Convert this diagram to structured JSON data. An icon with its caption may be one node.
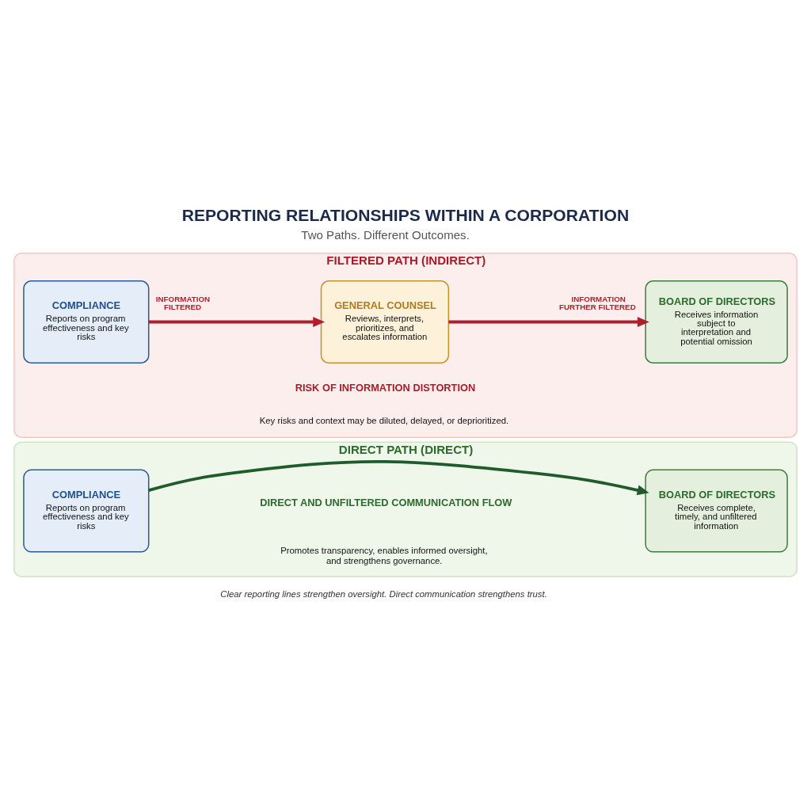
{
  "diagram": {
    "title": "REPORTING RELATIONSHIPS WITHIN A CORPORATION",
    "caption": "Clear reporting lines strengthen oversight. Direct communication strengthens trust.",
    "nodes": [
      {
        "text": [
          "FILTERED PATH (INDIRECT)"
        ]
      },
      {
        "text": [
          "COMPLIANCE",
          "Reports on program effectiveness and key risks"
        ],
        "in": 0
      },
      {
        "text": [
          "GENERAL COUNSEL",
          "Reviews, interprets, prioritizes, and escalates information"
        ],
        "in": 0
      },
      {
        "text": [
          "BOARD OF DIRECTORS",
          "Receives information subject to interpretation and potential omission"
        ],
        "in": 0
      },
      {
        "text": [
          "DIRECT PATH (DIRECT)"
        ]
      },
      {
        "text": [
          "COMPLIANCE",
          "Reports on program effectiveness and key risks"
        ],
        "in": 4
      },
      {
        "text": [
          "BOARD OF DIRECTORS",
          "Receives complete, timely, and unfiltered information"
        ],
        "in": 4
      }
    ],
    "edges": [
      {
        "from": 1,
        "to": 2,
        "arrow": "to",
        "label": "INFORMATION FILTERED"
      },
      {
        "from": 2,
        "to": 3,
        "arrow": "to",
        "label": "INFORMATION FURTHER FILTERED"
      },
      {
        "from": 5,
        "to": 6,
        "arrow": "to",
        "color": "#1f5c2a"
      }
    ],
    "labels": [
      "Two Paths. Different Outcomes.",
      "RISK OF INFORMATION DISTORTION",
      "Key risks and context may be diluted, delayed, or deprioritized.",
      "DIRECT AND UNFILTERED COMMUNICATION FLOW",
      "Promotes transparency, enables informed oversight, and strengthens governance."
    ]
  }
}
